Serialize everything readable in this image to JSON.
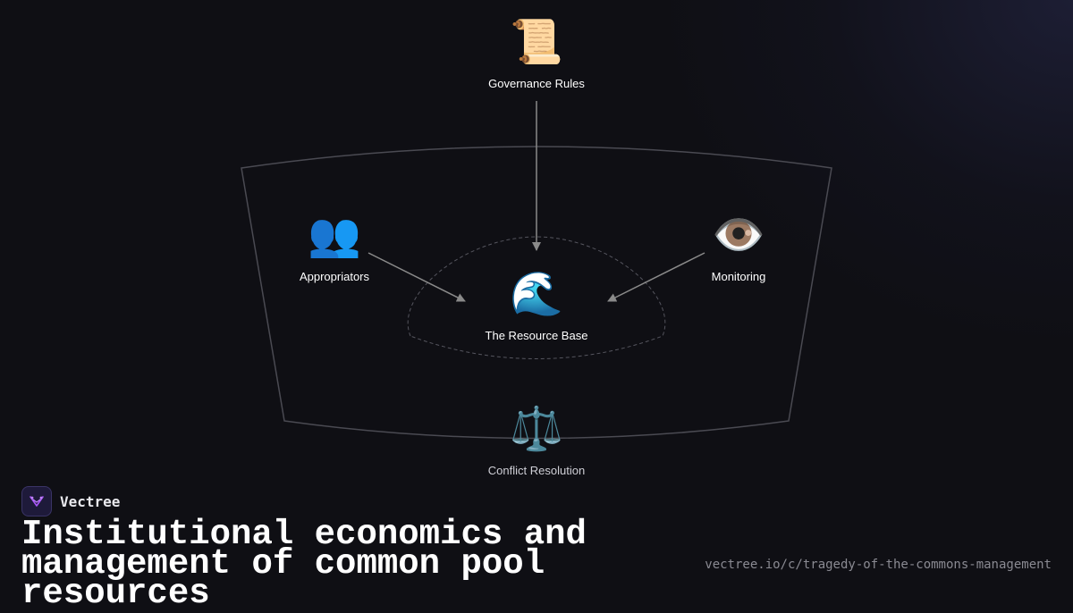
{
  "diagram": {
    "nodes": {
      "governance": {
        "icon": "scroll-icon",
        "emoji": "📜",
        "label": "Governance Rules"
      },
      "appropriators": {
        "icon": "people-icon",
        "emoji": "👥",
        "label": "Appropriators"
      },
      "monitoring": {
        "icon": "eye-icon",
        "emoji": "👁️",
        "label": "Monitoring"
      },
      "resource": {
        "icon": "wave-icon",
        "emoji": "🌊",
        "label": "The Resource Base"
      },
      "conflict": {
        "icon": "scales-icon",
        "emoji": "⚖️",
        "label": "Conflict Resolution"
      }
    },
    "edges": [
      {
        "from": "Governance Rules",
        "to": "The Resource Base"
      },
      {
        "from": "Appropriators",
        "to": "The Resource Base"
      },
      {
        "from": "Monitoring",
        "to": "The Resource Base"
      }
    ]
  },
  "brand": {
    "name": "Vectree",
    "logo_icon": "vectree-logo-icon"
  },
  "title": "Institutional economics and management of common pool resources",
  "url": "vectree.io/c/tragedy-of-the-commons-management",
  "colors": {
    "background": "#0f0f14",
    "line": "#8a8a8a",
    "boundary": "#4a4a52",
    "logo": "#a855f7"
  }
}
